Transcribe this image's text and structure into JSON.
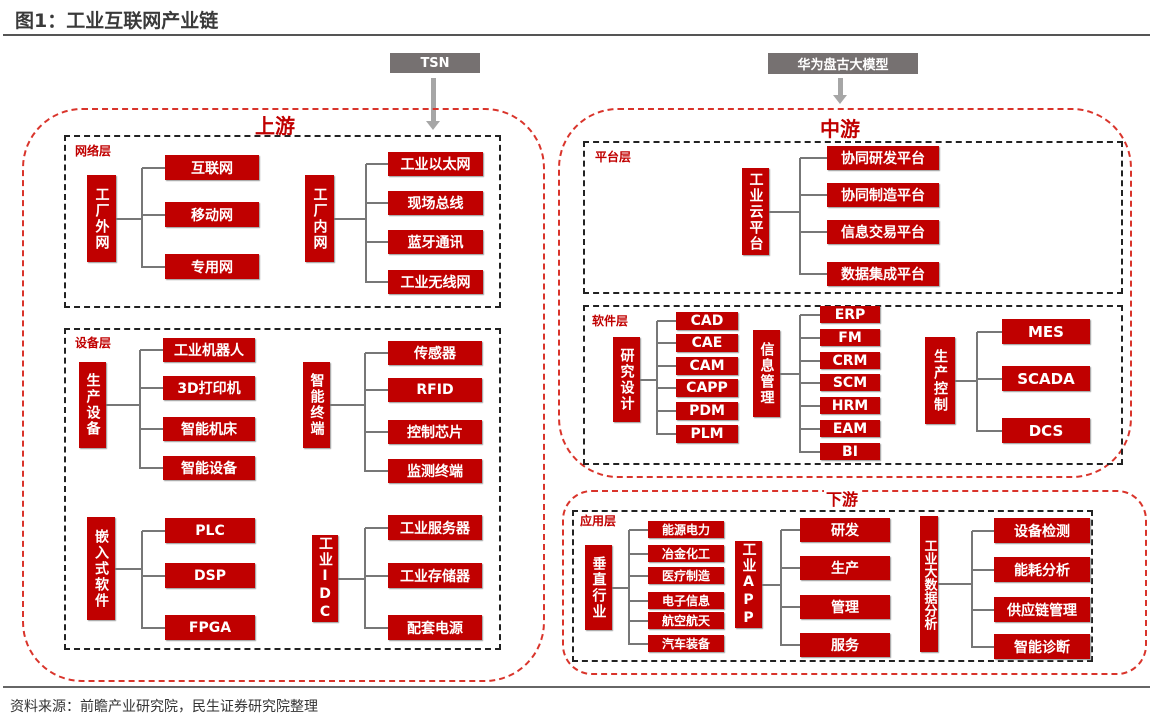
{
  "title": "图1：工业互联网产业链",
  "footer": "资料来源：前瞻产业研究院，民生证券研究院整理",
  "tags": {
    "tsn": "TSN",
    "pangu": "华为盘古大模型"
  },
  "colors": {
    "accent": "#c00000",
    "tag": "#767171"
  },
  "sections": {
    "upstream": {
      "label": "上游",
      "layers": [
        {
          "label": "网络层",
          "groups": [
            {
              "name": "工厂外网",
              "items": [
                "互联网",
                "移动网",
                "专用网"
              ]
            },
            {
              "name": "工厂内网",
              "items": [
                "工业以太网",
                "现场总线",
                "蓝牙通讯",
                "工业无线网"
              ]
            }
          ]
        },
        {
          "label": "设备层",
          "groups": [
            {
              "name": "生产设备",
              "items": [
                "工业机器人",
                "3D打印机",
                "智能机床",
                "智能设备"
              ]
            },
            {
              "name": "智能终端",
              "items": [
                "传感器",
                "RFID",
                "控制芯片",
                "监测终端"
              ]
            },
            {
              "name": "嵌入式软件",
              "items": [
                "PLC",
                "DSP",
                "FPGA"
              ]
            },
            {
              "name": "工业IDC",
              "items": [
                "工业服务器",
                "工业存储器",
                "配套电源"
              ]
            }
          ]
        }
      ]
    },
    "midstream": {
      "label": "中游",
      "layers": [
        {
          "label": "平台层",
          "groups": [
            {
              "name": "工业云平台",
              "items": [
                "协同研发平台",
                "协同制造平台",
                "信息交易平台",
                "数据集成平台"
              ]
            }
          ]
        },
        {
          "label": "软件层",
          "groups": [
            {
              "name": "研究设计",
              "items": [
                "CAD",
                "CAE",
                "CAM",
                "CAPP",
                "PDM",
                "PLM"
              ]
            },
            {
              "name": "信息管理",
              "items": [
                "ERP",
                "FM",
                "CRM",
                "SCM",
                "HRM",
                "EAM",
                "BI"
              ]
            },
            {
              "name": "生产控制",
              "items": [
                "MES",
                "SCADA",
                "DCS"
              ]
            }
          ]
        }
      ]
    },
    "downstream": {
      "label": "下游",
      "layers": [
        {
          "label": "应用层",
          "groups": [
            {
              "name": "垂直行业",
              "items": [
                "能源电力",
                "冶金化工",
                "医疗制造",
                "电子信息",
                "航空航天",
                "汽车装备"
              ]
            },
            {
              "name": "工业APP",
              "items": [
                "研发",
                "生产",
                "管理",
                "服务"
              ]
            },
            {
              "name": "工业大数据分析",
              "items": [
                "设备检测",
                "能耗分析",
                "供应链管理",
                "智能诊断"
              ]
            }
          ]
        }
      ]
    }
  }
}
